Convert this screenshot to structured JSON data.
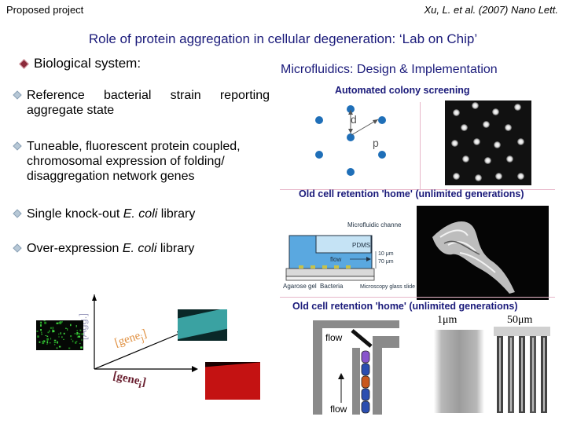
{
  "header": {
    "left": "Proposed project",
    "right": "Xu, L. et al. (2007) Nano Lett."
  },
  "title": "Role of protein aggregation in cellular degeneration:  ‘Lab on Chip’",
  "left": {
    "heading": "Biological system:",
    "items": [
      "Reference bacterial strain reporting aggregate state",
      "Tuneable, fluorescent protein coupled, chromosomal expression of folding/ disaggregation network genes",
      "Single knock-out E. coli library",
      "Over-expression E. coli library"
    ],
    "plot": {
      "ylabel": "[Agg.]",
      "gene_j": "[gene",
      "gene_j_sub": "j",
      "gene_i": "[gene",
      "gene_i_sub": "i"
    }
  },
  "right": {
    "heading": "Microfluidics: Design & Implementation",
    "captions": [
      "Automated colony screening",
      "Old cell retention 'home' (unlimited generations)",
      "Old cell retention 'home' (unlimited generations)"
    ],
    "grid_labels": {
      "d": "d",
      "p": "p"
    },
    "chip_labels": {
      "channel": "Microfluidic channe",
      "pdms": "PDMS",
      "flow": "flow",
      "h1": "10 μm",
      "h2": "70 μm",
      "agarose": "Agarose gel",
      "bacteria": "Bacteria",
      "glass": "Microscopy glass slide"
    },
    "trap": {
      "flow_top": "flow",
      "flow_bottom": "flow",
      "scale1": "1μm",
      "scale2": "50μm"
    }
  },
  "colors": {
    "title_blue": "#1a1a7a",
    "panel_border": "#e7b6c8",
    "dot_blue": "#1f6fb8"
  }
}
